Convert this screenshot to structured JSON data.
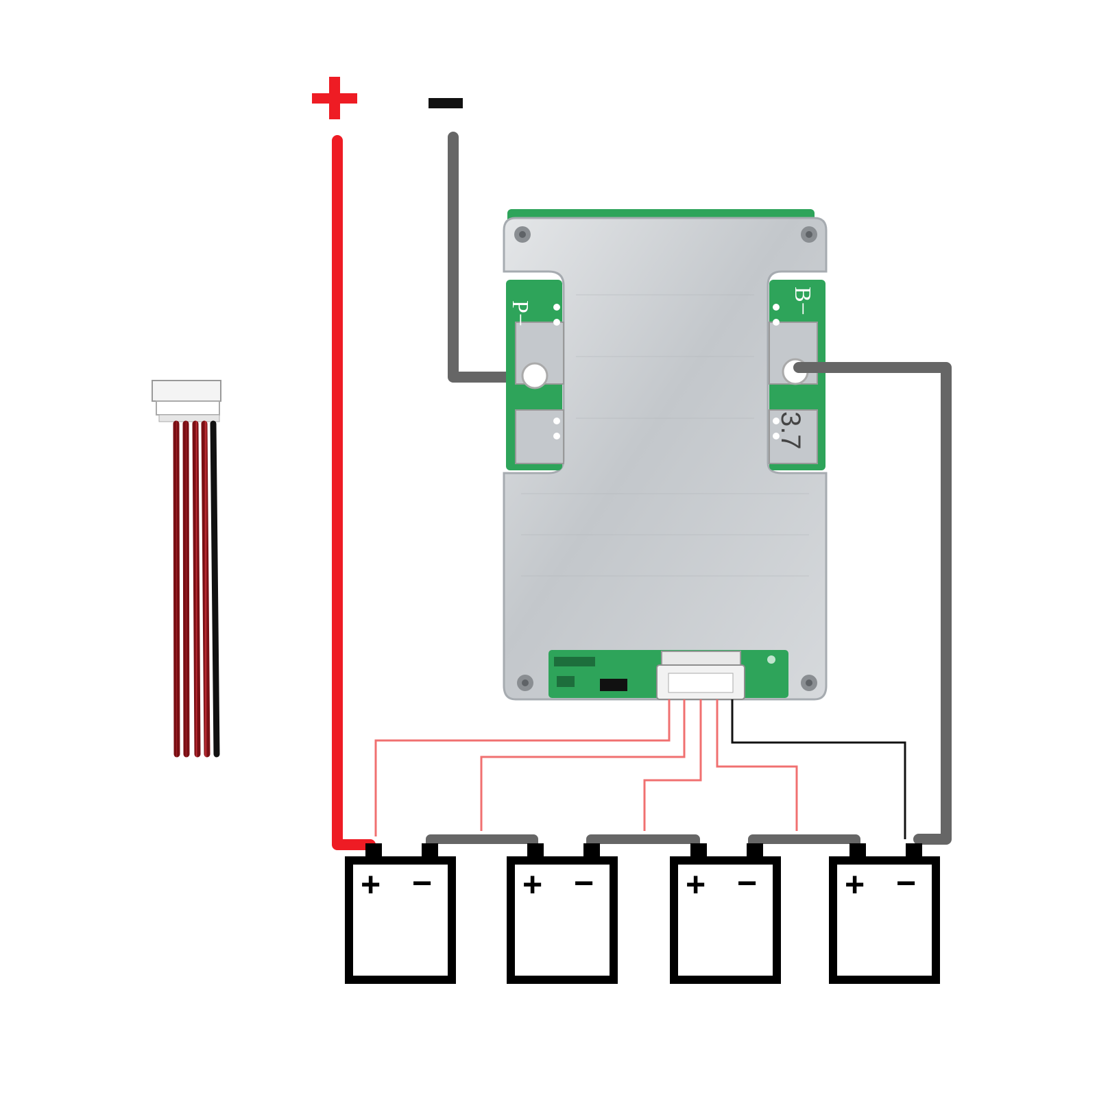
{
  "terminals": {
    "positive": "+",
    "negative": "-"
  },
  "bms_board": {
    "pad_labels": {
      "p_minus": "P−",
      "b_minus": "B−"
    },
    "printed_text": "3.7"
  },
  "cells": [
    {
      "positive": "+",
      "negative": "−"
    },
    {
      "positive": "+",
      "negative": "−"
    },
    {
      "positive": "+",
      "negative": "−"
    },
    {
      "positive": "+",
      "negative": "−"
    }
  ],
  "colors": {
    "positive_wire": "#ee1c24",
    "negative_wire": "#666666",
    "balance_wire_red": "#f07070",
    "balance_wire_black": "#111111",
    "board_plate": "#c8ccd0",
    "pcb_green": "#2ea45a",
    "cell_outline": "#000000"
  }
}
